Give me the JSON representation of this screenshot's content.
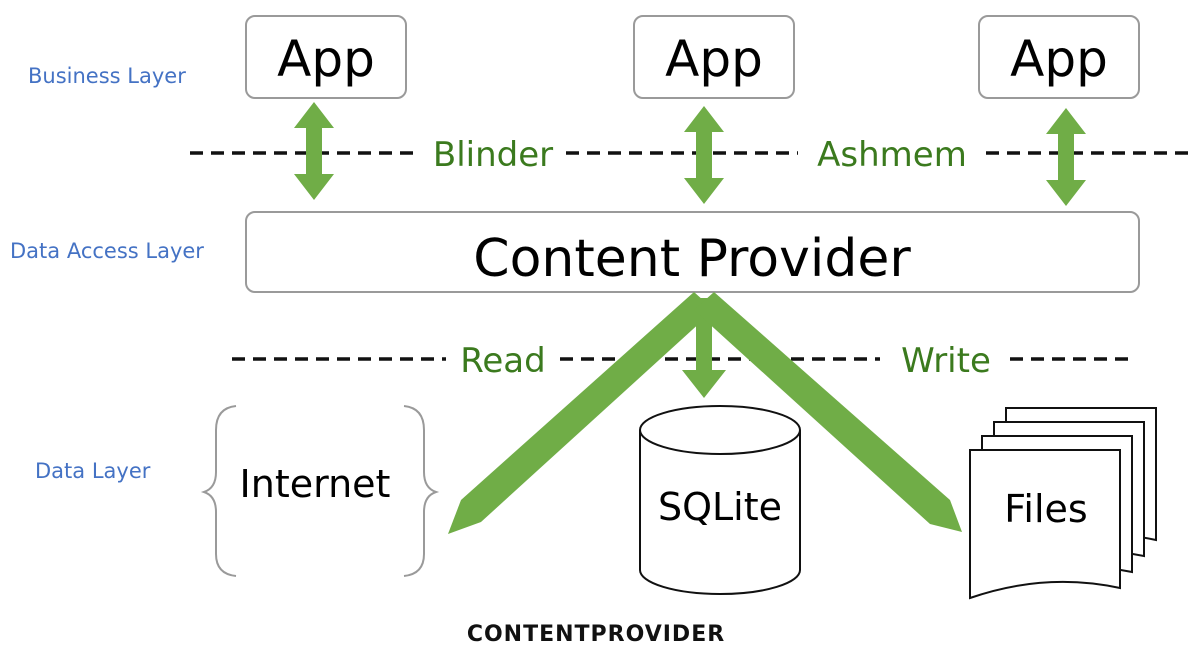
{
  "layers": {
    "business": "Business Layer",
    "data_access": "Data Access Layer",
    "data": "Data Layer"
  },
  "apps": [
    "App",
    "App",
    "App"
  ],
  "content_provider": "Content Provider",
  "channels": {
    "left": "Blinder",
    "right": "Ashmem"
  },
  "operations": {
    "read": "Read",
    "write": "Write"
  },
  "sources": {
    "internet": "Internet",
    "sqlite": "SQLite",
    "files": "Files"
  },
  "caption": "CONTENTPROVIDER",
  "colors": {
    "arrow": "#70ad47",
    "green_text": "#3b7a1e",
    "layer_label": "#4472c4"
  }
}
